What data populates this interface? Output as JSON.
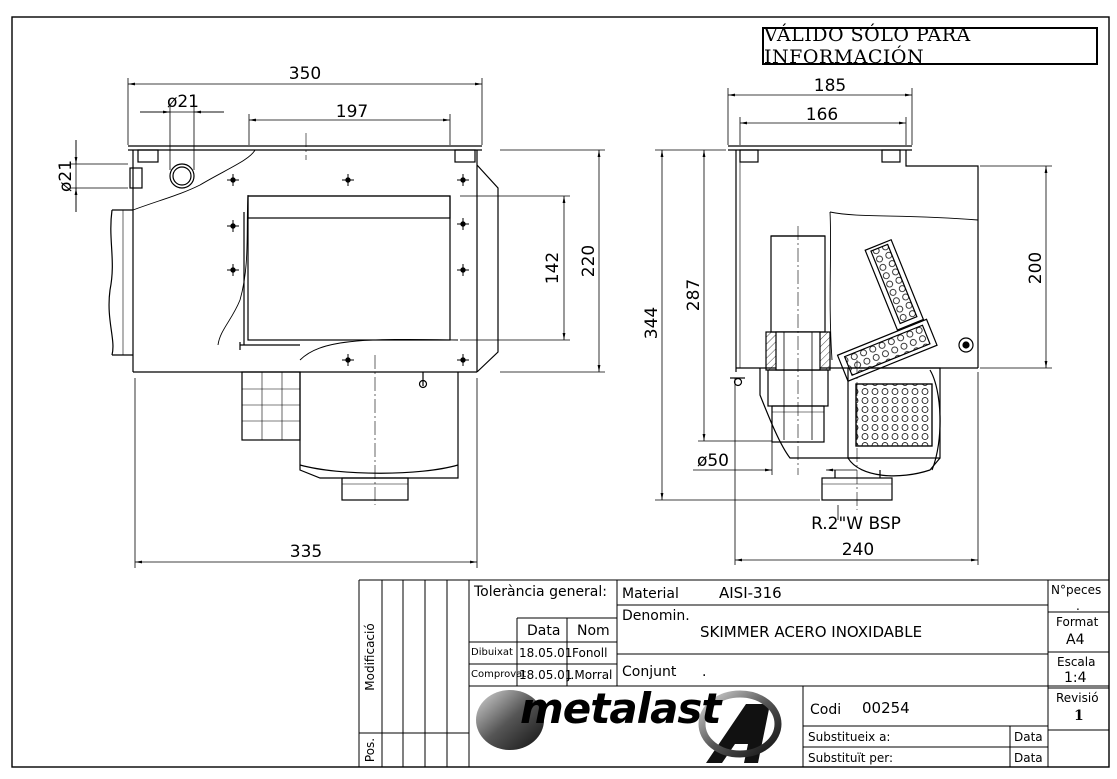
{
  "stamp": "VÁLIDO SÓLO PARA INFORMACIÓN",
  "dims": {
    "w350": "350",
    "d21_top": "ø21",
    "w197": "197",
    "d21_left": "ø21",
    "h142": "142",
    "h220": "220",
    "w335": "335",
    "w185": "185",
    "w166": "166",
    "h344": "344",
    "h287": "287",
    "h200": "200",
    "d50": "ø50",
    "thread": "R.2\"W BSP",
    "w240": "240"
  },
  "title_block": {
    "tolerancia": "Tolerància general:",
    "data_hdr": "Data",
    "nom_hdr": "Nom",
    "dibuixat_lbl": "Dibuixat",
    "dibuixat_date": "18.05.01",
    "dibuixat_name": "Fonoll",
    "comprovat_lbl": "Comprovat",
    "comprovat_date": "18.05.01",
    "comprovat_name": "J.Morral",
    "modificacio": "Modificació",
    "pos": "Pos.",
    "material_lbl": "Material",
    "material_val": "AISI-316",
    "denomin_lbl": "Denomin.",
    "denomin_val": "SKIMMER ACERO INOXIDABLE",
    "conjunt_lbl": "Conjunt",
    "conjunt_val": ".",
    "company": "metalast",
    "codi_lbl": "Codi",
    "codi_val": "00254",
    "substitueix": "Substitueix a:",
    "substituit": "Substituït per:",
    "data1": "Data",
    "data2": "Data",
    "npeces_lbl": "N°peces",
    "npeces_val": ".",
    "format_lbl": "Format",
    "format_val": "A4",
    "escala_lbl": "Escala",
    "escala_val": "1:4",
    "revisio_lbl": "Revisió",
    "revisio_val": "1"
  }
}
